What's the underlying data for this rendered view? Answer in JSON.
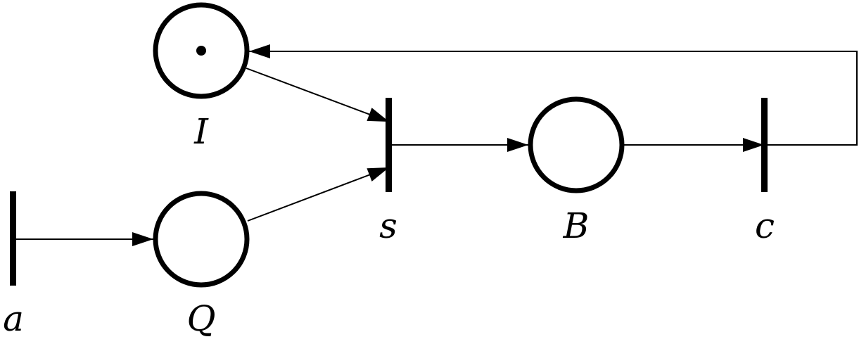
{
  "diagram": {
    "type": "petri-net",
    "places": [
      {
        "id": "I",
        "label": "I",
        "tokens": 1
      },
      {
        "id": "Q",
        "label": "Q",
        "tokens": 0
      },
      {
        "id": "B",
        "label": "B",
        "tokens": 0
      }
    ],
    "transitions": [
      {
        "id": "a",
        "label": "a"
      },
      {
        "id": "s",
        "label": "s"
      },
      {
        "id": "c",
        "label": "c"
      }
    ],
    "arcs": [
      {
        "from": "a",
        "to": "Q"
      },
      {
        "from": "I",
        "to": "s"
      },
      {
        "from": "Q",
        "to": "s"
      },
      {
        "from": "s",
        "to": "B"
      },
      {
        "from": "B",
        "to": "c"
      },
      {
        "from": "c",
        "to": "I"
      }
    ],
    "colors": {
      "stroke": "#000000",
      "background": "#ffffff"
    }
  }
}
